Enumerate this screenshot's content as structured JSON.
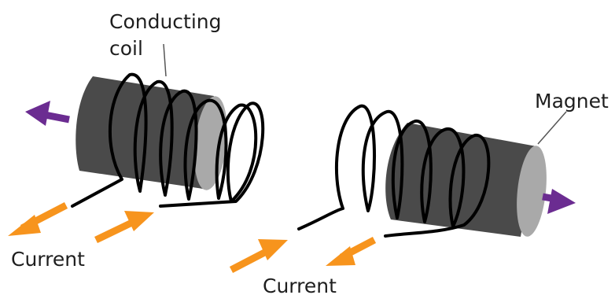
{
  "labels": {
    "conducting_coil_line1": "Conducting",
    "conducting_coil_line2": "coil",
    "magnet": "Magnet",
    "current_left": "Current",
    "current_right": "Current"
  },
  "colors": {
    "magnet_body": "#4a4a4a",
    "magnet_face": "#a9a9a9",
    "coil_wire": "#000000",
    "current_arrow": "#f7941d",
    "motion_arrow": "#6b2c91",
    "leader_line": "#555555",
    "background": "#ffffff"
  },
  "icons": {
    "motion_left": "arrow-left-icon",
    "motion_right": "arrow-right-icon",
    "current": "arrow-icon"
  }
}
